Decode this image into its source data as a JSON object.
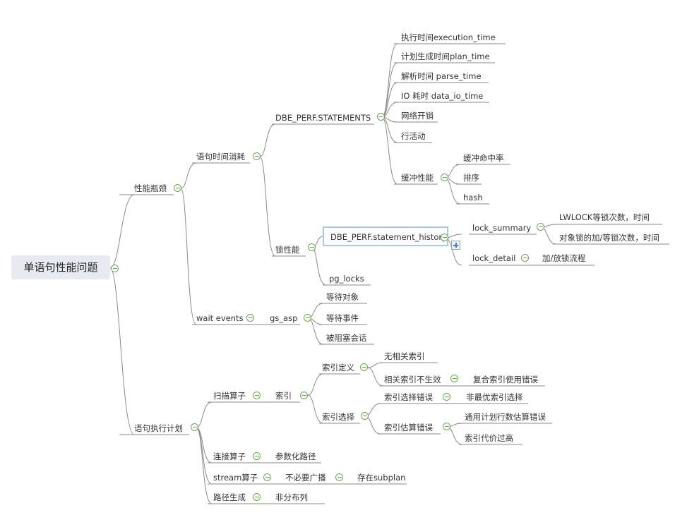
{
  "root": "单语句性能问题",
  "branches": {
    "perf_bottleneck": "性能瓶颈",
    "stmt_time": "语句时间消耗",
    "dbe_statements": "DBE_PERF.STATEMENTS",
    "execution_time": "执行时间execution_time",
    "plan_time": "计划生成时间plan_time",
    "parse_time": "解析时间 parse_time",
    "io_time": "IO 耗时 data_io_time",
    "network": "网络开销",
    "row_activity": "行活动",
    "buffer_perf": "缓冲性能",
    "buffer_hit": "缓冲命中率",
    "sort": "排序",
    "hash": "hash",
    "lock_perf": "锁性能",
    "statement_history": "DBE_PERF.statement_history",
    "lock_summary": "lock_summary",
    "lwlock": "LWLOCK等锁次数，时间",
    "object_lock": "对象锁的加/等锁次数，时间",
    "lock_detail": "lock_detail",
    "lock_flow": "加/放锁流程",
    "pg_locks": "pg_locks",
    "wait_events": "wait events",
    "gs_asp": "gs_asp",
    "wait_object": "等待对象",
    "wait_event": "等待事件",
    "blocked_session": "被阻塞会话",
    "exec_plan": "语句执行计划",
    "scan_op": "扫描算子",
    "index": "索引",
    "index_def": "索引定义",
    "no_index": "无相关索引",
    "index_invalid": "相关索引不生效",
    "composite_index": "复合索引使用错误",
    "index_select": "索引选择",
    "index_select_err": "索引选择错误",
    "non_optimal": "非最优索引选择",
    "index_estimate_err": "索引估算错误",
    "general_plan": "通用计划行数估算错误",
    "index_cost_high": "索引代价过高",
    "join_op": "连接算子",
    "param_path": "参数化路径",
    "stream_op": "stream算子",
    "no_broadcast": "不必要广播",
    "subplan": "存在subplan",
    "path_gen": "路径生成",
    "non_distributed": "非分布列"
  },
  "colors": {
    "line": "#8a8a8a",
    "toggle": "#6aa84f",
    "root_bg": "#e8eaf2",
    "selection": "#a9c9ec"
  }
}
